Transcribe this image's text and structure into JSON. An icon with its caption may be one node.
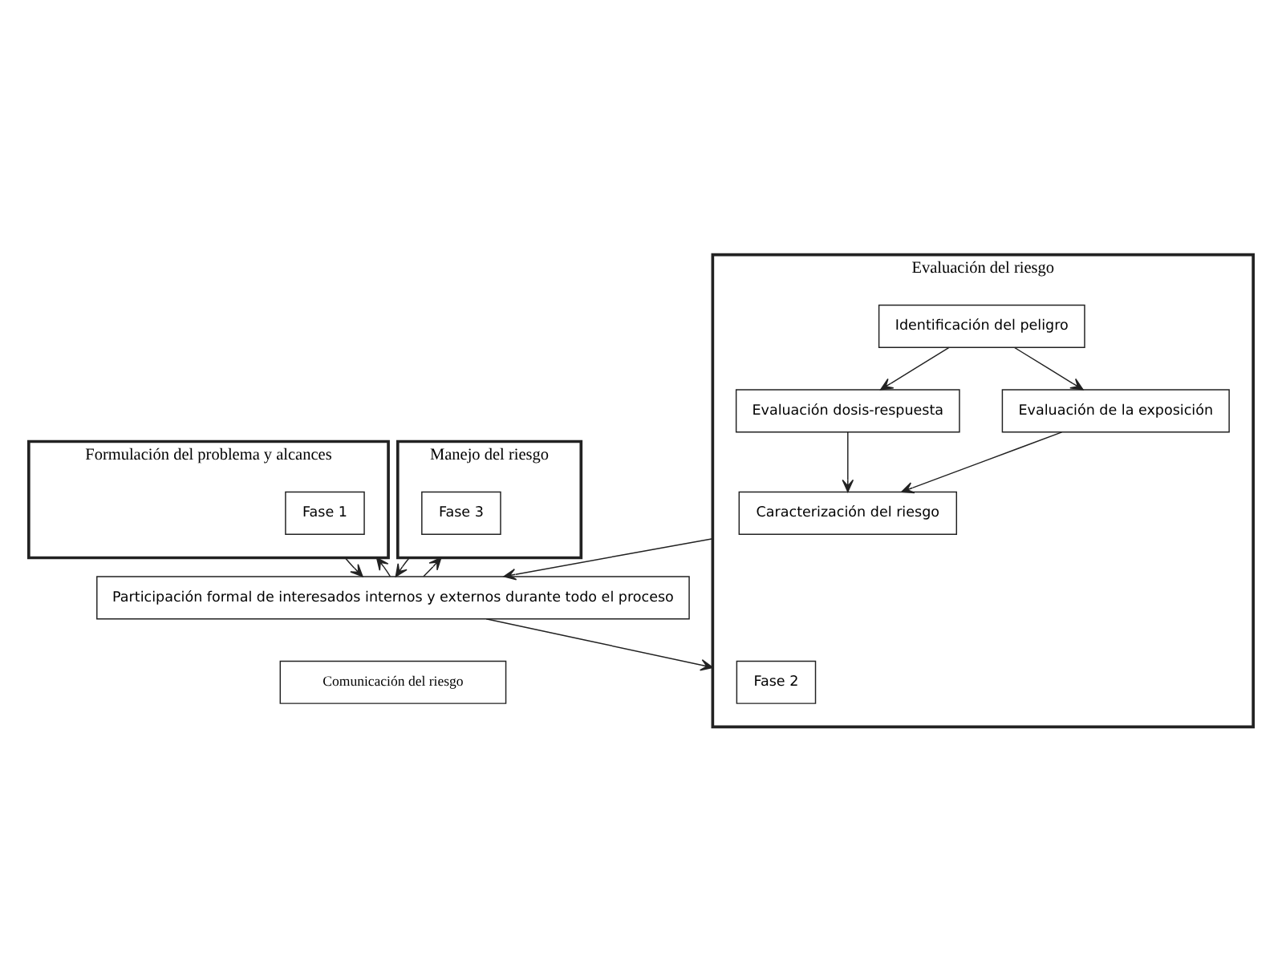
{
  "diagram": {
    "nodes": [
      {
        "text": [
          "Formulación del problema y alcances"
        ]
      },
      {
        "text": [
          "Fase 1"
        ],
        "in": 0
      },
      {
        "text": [
          "Evaluación del riesgo"
        ]
      },
      {
        "text": [
          "Fase 2"
        ],
        "in": 2
      },
      {
        "text": [
          "Identificación del peligro"
        ],
        "in": 2
      },
      {
        "text": [
          "Evaluación dosis-respuesta"
        ],
        "in": 2
      },
      {
        "text": [
          "Evaluación de la exposición"
        ],
        "in": 2
      },
      {
        "text": [
          "Caracterización del riesgo"
        ],
        "in": 2
      },
      {
        "text": [
          "Manejo del riesgo"
        ]
      },
      {
        "text": [
          "Fase 3"
        ],
        "in": 8
      },
      {
        "text": [
          "Participación formal de interesados internos y externos durante todo el proceso"
        ]
      },
      {
        "text": [
          "Comunicación del riesgo"
        ]
      }
    ],
    "edges": [
      {
        "from": 4,
        "to": 5,
        "arrow": "to"
      },
      {
        "from": 4,
        "to": 6,
        "arrow": "to"
      },
      {
        "from": 5,
        "to": 7,
        "arrow": "to"
      },
      {
        "from": 6,
        "to": 7,
        "arrow": "to"
      },
      {
        "from": 0,
        "to": 10,
        "arrow": "to"
      },
      {
        "from": 10,
        "to": 0,
        "arrow": "to"
      },
      {
        "from": 2,
        "to": 10,
        "arrow": "to"
      },
      {
        "from": 10,
        "to": 2,
        "arrow": "to"
      },
      {
        "from": 8,
        "to": 10,
        "arrow": "to"
      },
      {
        "from": 10,
        "to": 8,
        "arrow": "to"
      }
    ]
  }
}
